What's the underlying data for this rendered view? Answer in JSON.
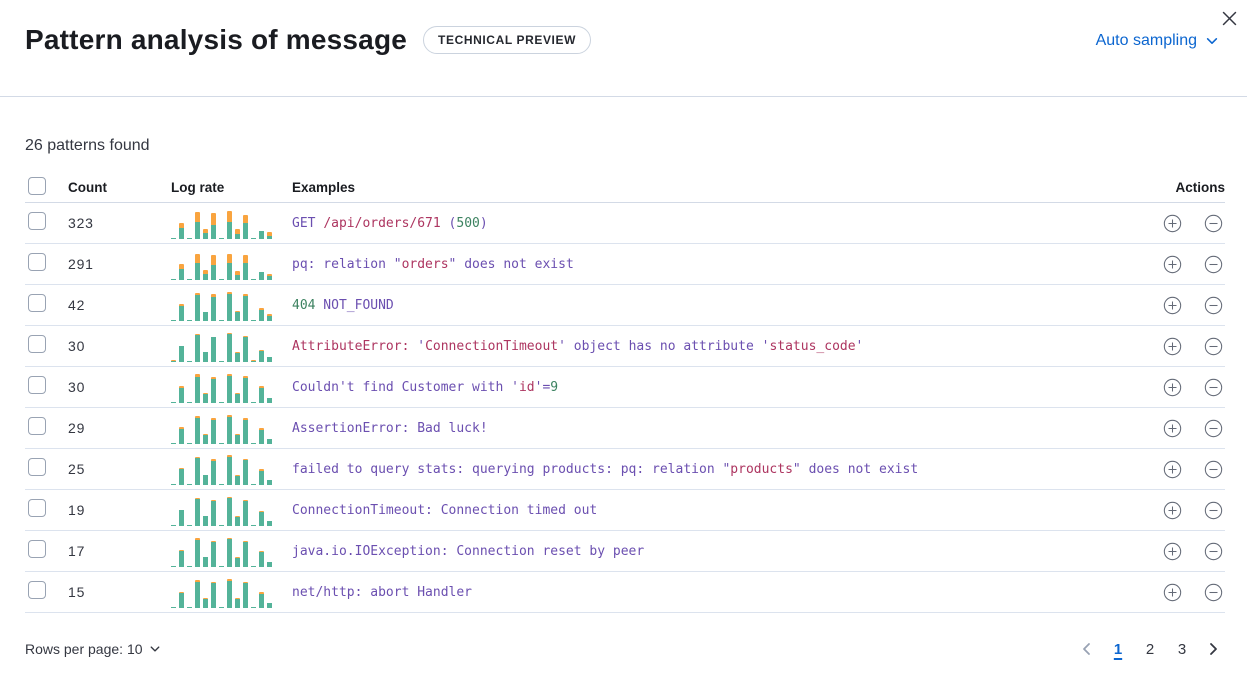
{
  "header": {
    "title": "Pattern analysis of message",
    "badge": "TECHNICAL PREVIEW",
    "sampling_label": "Auto sampling"
  },
  "summary": "26 patterns found",
  "colors": {
    "accent_blue": "#0c66d0",
    "bar_teal": "#54b399",
    "bar_orange": "#f9a43f",
    "token_keyword_purple": "#6b4fb0",
    "token_string_red": "#ad3560",
    "token_number_green": "#3c8260"
  },
  "table": {
    "columns": {
      "count": "Count",
      "log_rate": "Log rate",
      "examples": "Examples",
      "actions": "Actions"
    },
    "rows": [
      {
        "count": "323",
        "bars": [
          [
            4,
            0
          ],
          [
            38,
            14
          ],
          [
            4,
            0
          ],
          [
            58,
            32
          ],
          [
            20,
            14
          ],
          [
            48,
            38
          ],
          [
            4,
            0
          ],
          [
            56,
            36
          ],
          [
            18,
            16
          ],
          [
            55,
            26
          ],
          [
            4,
            0
          ],
          [
            28,
            0
          ],
          [
            10,
            12
          ]
        ],
        "segments": [
          {
            "text": "GET ",
            "type": "k"
          },
          {
            "text": "/api/orders/671",
            "type": "s"
          },
          {
            "text": " (",
            "type": "k"
          },
          {
            "text": "500",
            "type": "n"
          },
          {
            "text": ")",
            "type": "k"
          }
        ]
      },
      {
        "count": "291",
        "bars": [
          [
            4,
            0
          ],
          [
            38,
            16
          ],
          [
            4,
            0
          ],
          [
            58,
            30
          ],
          [
            20,
            12
          ],
          [
            50,
            34
          ],
          [
            4,
            0
          ],
          [
            56,
            32
          ],
          [
            18,
            12
          ],
          [
            58,
            24
          ],
          [
            4,
            0
          ],
          [
            28,
            0
          ],
          [
            12,
            8
          ]
        ],
        "segments": [
          {
            "text": "pq: relation \"",
            "type": "k"
          },
          {
            "text": "orders",
            "type": "s"
          },
          {
            "text": "\" does not exist",
            "type": "k"
          }
        ]
      },
      {
        "count": "42",
        "bars": [
          [
            4,
            0
          ],
          [
            50,
            6
          ],
          [
            4,
            0
          ],
          [
            88,
            4
          ],
          [
            30,
            0
          ],
          [
            80,
            10
          ],
          [
            4,
            0
          ],
          [
            90,
            8
          ],
          [
            30,
            4
          ],
          [
            84,
            6
          ],
          [
            4,
            0
          ],
          [
            36,
            8
          ],
          [
            16,
            6
          ]
        ],
        "segments": [
          {
            "text": "404",
            "type": "n"
          },
          {
            "text": " NOT_FOUND",
            "type": "k"
          }
        ]
      },
      {
        "count": "30",
        "bars": [
          [
            4,
            2
          ],
          [
            52,
            2
          ],
          [
            4,
            0
          ],
          [
            90,
            3
          ],
          [
            32,
            2
          ],
          [
            82,
            3
          ],
          [
            4,
            0
          ],
          [
            92,
            4
          ],
          [
            30,
            2
          ],
          [
            84,
            3
          ],
          [
            4,
            2
          ],
          [
            38,
            2
          ],
          [
            16,
            2
          ]
        ],
        "segments": [
          {
            "text": "AttributeError:",
            "type": "s"
          },
          {
            "text": " '",
            "type": "k"
          },
          {
            "text": "ConnectionTimeout",
            "type": "s"
          },
          {
            "text": "' object has no attribute '",
            "type": "k"
          },
          {
            "text": "status_code",
            "type": "s"
          },
          {
            "text": "'",
            "type": "k"
          }
        ]
      },
      {
        "count": "30",
        "bars": [
          [
            4,
            0
          ],
          [
            50,
            8
          ],
          [
            4,
            0
          ],
          [
            88,
            8
          ],
          [
            30,
            4
          ],
          [
            80,
            6
          ],
          [
            4,
            0
          ],
          [
            90,
            8
          ],
          [
            30,
            4
          ],
          [
            82,
            8
          ],
          [
            4,
            0
          ],
          [
            50,
            6
          ],
          [
            16,
            2
          ]
        ],
        "segments": [
          {
            "text": "Couldn't find Customer with '",
            "type": "k"
          },
          {
            "text": "id",
            "type": "s"
          },
          {
            "text": "'=",
            "type": "k"
          },
          {
            "text": "9",
            "type": "n"
          }
        ]
      },
      {
        "count": "29",
        "bars": [
          [
            4,
            0
          ],
          [
            50,
            8
          ],
          [
            4,
            0
          ],
          [
            86,
            6
          ],
          [
            30,
            4
          ],
          [
            80,
            6
          ],
          [
            4,
            0
          ],
          [
            90,
            6
          ],
          [
            30,
            4
          ],
          [
            80,
            6
          ],
          [
            4,
            0
          ],
          [
            48,
            4
          ],
          [
            16,
            2
          ]
        ],
        "segments": [
          {
            "text": "AssertionError: Bad luck!",
            "type": "k"
          }
        ]
      },
      {
        "count": "25",
        "bars": [
          [
            4,
            0
          ],
          [
            52,
            4
          ],
          [
            4,
            0
          ],
          [
            90,
            4
          ],
          [
            32,
            3
          ],
          [
            80,
            8
          ],
          [
            4,
            0
          ],
          [
            92,
            8
          ],
          [
            30,
            3
          ],
          [
            82,
            6
          ],
          [
            4,
            0
          ],
          [
            48,
            4
          ],
          [
            16,
            2
          ]
        ],
        "segments": [
          {
            "text": "failed to query stats: querying products: pq: relation \"",
            "type": "k"
          },
          {
            "text": "products",
            "type": "s"
          },
          {
            "text": "\" does not exist",
            "type": "k"
          }
        ]
      },
      {
        "count": "19",
        "bars": [
          [
            4,
            0
          ],
          [
            52,
            2
          ],
          [
            4,
            0
          ],
          [
            90,
            4
          ],
          [
            32,
            2
          ],
          [
            82,
            4
          ],
          [
            4,
            0
          ],
          [
            92,
            4
          ],
          [
            30,
            2
          ],
          [
            84,
            4
          ],
          [
            4,
            0
          ],
          [
            48,
            2
          ],
          [
            16,
            2
          ]
        ],
        "segments": [
          {
            "text": "ConnectionTimeout: Connection timed out",
            "type": "k"
          }
        ]
      },
      {
        "count": "17",
        "bars": [
          [
            4,
            0
          ],
          [
            52,
            4
          ],
          [
            4,
            0
          ],
          [
            90,
            6
          ],
          [
            32,
            2
          ],
          [
            82,
            4
          ],
          [
            4,
            0
          ],
          [
            92,
            4
          ],
          [
            30,
            2
          ],
          [
            84,
            4
          ],
          [
            4,
            0
          ],
          [
            50,
            4
          ],
          [
            16,
            2
          ]
        ],
        "segments": [
          {
            "text": "java.io.IOException: Connection reset by peer",
            "type": "k"
          }
        ]
      },
      {
        "count": "15",
        "bars": [
          [
            4,
            0
          ],
          [
            50,
            4
          ],
          [
            4,
            0
          ],
          [
            88,
            4
          ],
          [
            30,
            2
          ],
          [
            82,
            6
          ],
          [
            4,
            0
          ],
          [
            90,
            6
          ],
          [
            30,
            2
          ],
          [
            82,
            4
          ],
          [
            4,
            0
          ],
          [
            48,
            4
          ],
          [
            16,
            2
          ]
        ],
        "segments": [
          {
            "text": "net/http: abort Handler",
            "type": "k"
          }
        ]
      }
    ]
  },
  "footer": {
    "rows_per_page_label": "Rows per page: 10",
    "pages": [
      "1",
      "2",
      "3"
    ],
    "active_page": "1"
  }
}
